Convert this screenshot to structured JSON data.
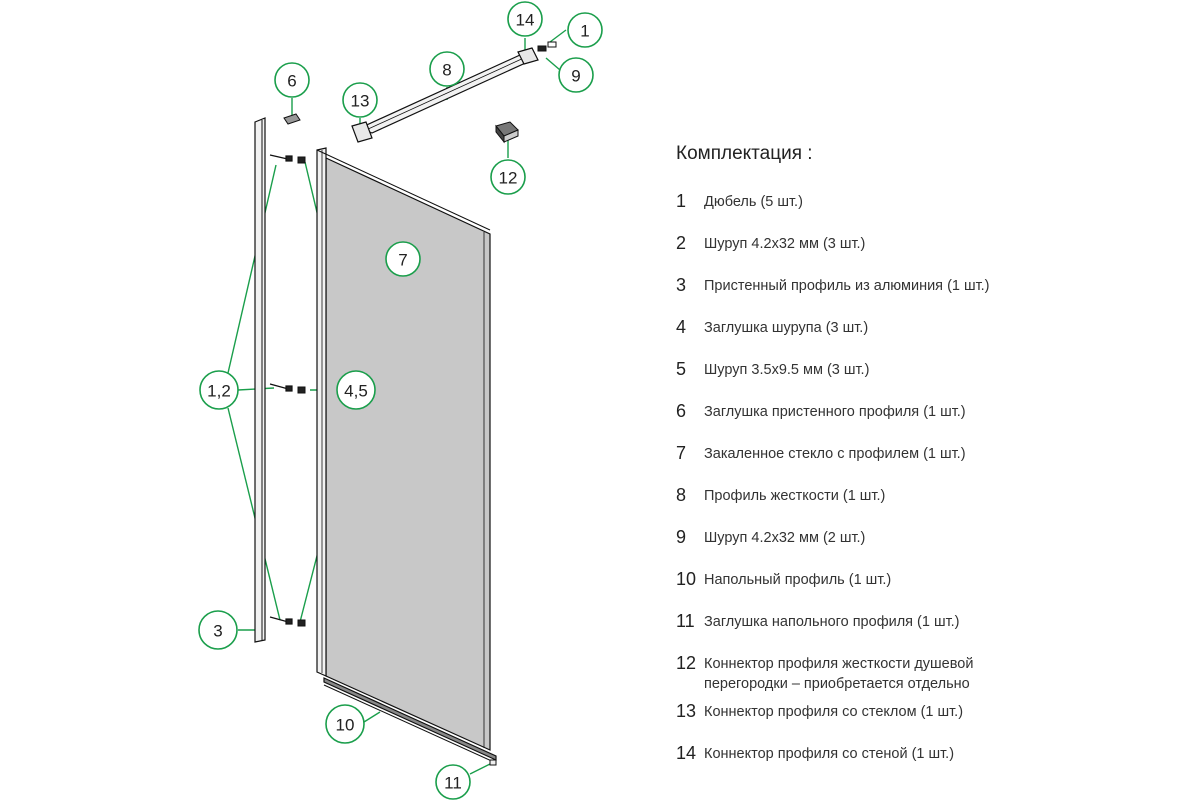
{
  "legend": {
    "title": "Комплектация :",
    "items": [
      {
        "num": "1",
        "text": "Дюбель (5 шт.)"
      },
      {
        "num": "2",
        "text": "Шуруп 4.2х32 мм (3 шт.)"
      },
      {
        "num": "3",
        "text": "Пристенный профиль из алюминия (1 шт.)"
      },
      {
        "num": "4",
        "text": "Заглушка шурупа (3 шт.)"
      },
      {
        "num": "5",
        "text": "Шуруп 3.5х9.5 мм (3 шт.)"
      },
      {
        "num": "6",
        "text": "Заглушка пристенного профиля (1 шт.)"
      },
      {
        "num": "7",
        "text": "Закаленное стекло с профилем (1 шт.)"
      },
      {
        "num": "8",
        "text": "Профиль жесткости (1 шт.)"
      },
      {
        "num": "9",
        "text": "Шуруп 4.2х32 мм (2 шт.)"
      },
      {
        "num": "10",
        "text": "Напольный профиль (1 шт.)"
      },
      {
        "num": "11",
        "text": "Заглушка напольного профиля (1 шт.)"
      },
      {
        "num": "12",
        "text": "Коннектор профиля жесткости душевой перегородки – приобретается отдельно"
      },
      {
        "num": "13",
        "text": "Коннектор профиля со стеклом (1 шт.)"
      },
      {
        "num": "14",
        "text": "Коннектор профиля со стеной (1 шт.)"
      }
    ]
  },
  "callouts": {
    "c1": "1",
    "c2": "9",
    "c3": "14",
    "c4": "8",
    "c5": "13",
    "c6": "6",
    "c7": "12",
    "c8": "7",
    "c9": "1,2",
    "c10": "4,5",
    "c11": "3",
    "c12": "10",
    "c13": "11"
  },
  "colors": {
    "callout_stroke": "#1a9e4b",
    "glass_fill": "#c8c8c8",
    "line": "#111111"
  }
}
